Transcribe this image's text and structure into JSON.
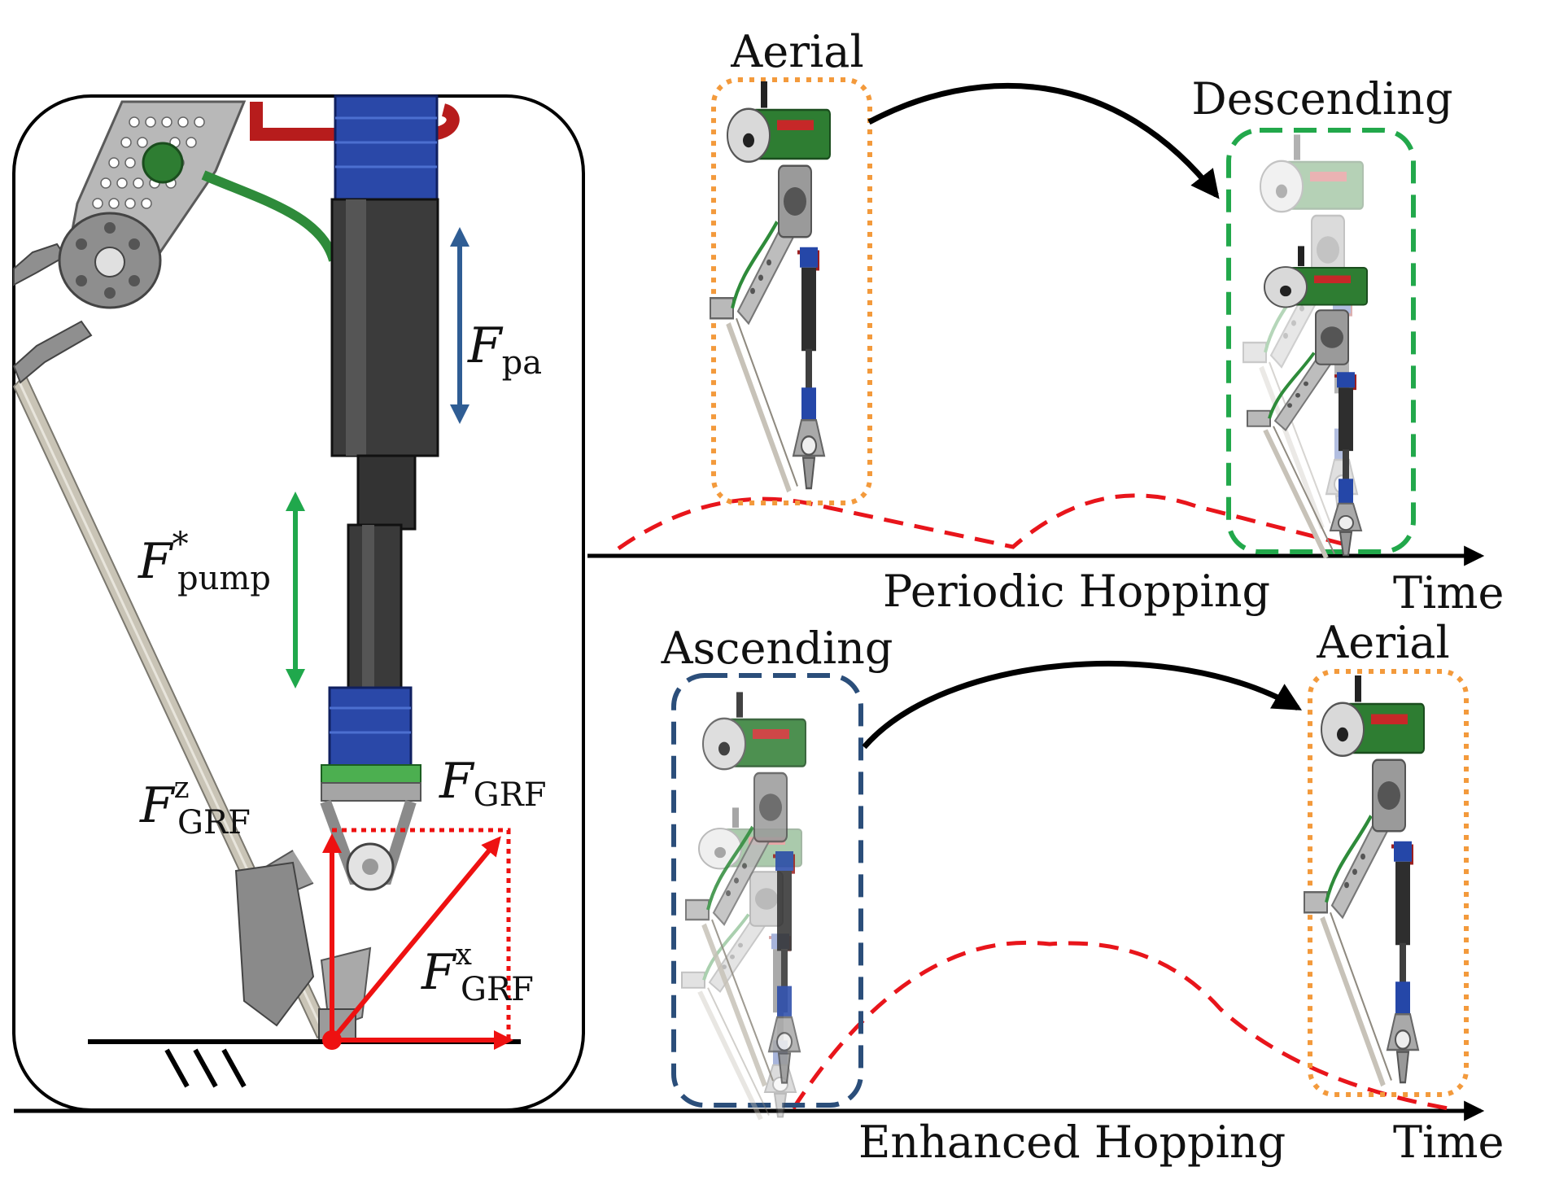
{
  "forces": {
    "pa": {
      "main": "F",
      "sub": "pa",
      "color": "#2f5d94"
    },
    "pump": {
      "main": "F",
      "sub": "pump",
      "sup": "*",
      "color": "#20a84c"
    },
    "grf": {
      "main": "F",
      "sub": "GRF",
      "color": "#ee1111"
    },
    "grf_z": {
      "main": "F",
      "sub": "GRF",
      "sup": "z"
    },
    "grf_x": {
      "main": "F",
      "sub": "GRF",
      "sup": "x"
    }
  },
  "periodic": {
    "start_label": "Aerial",
    "end_label": "Descending",
    "caption": "Periodic Hopping",
    "axis_label": "Time"
  },
  "enhanced": {
    "start_label": "Ascending",
    "end_label": "Aerial",
    "caption": "Enhanced Hopping",
    "axis_label": "Time"
  },
  "colors": {
    "aerial_box": "#f39a3c",
    "descending_box": "#22a84b",
    "ascending_box": "#2b4e7a",
    "trajectory": "#e8151b",
    "robot_green": "#2e7d32",
    "actuator_blue": "#2547a8",
    "actuator_dark": "#3a3a3a"
  },
  "icons": [
    "robot-leg-icon",
    "ground-hatch-icon"
  ]
}
